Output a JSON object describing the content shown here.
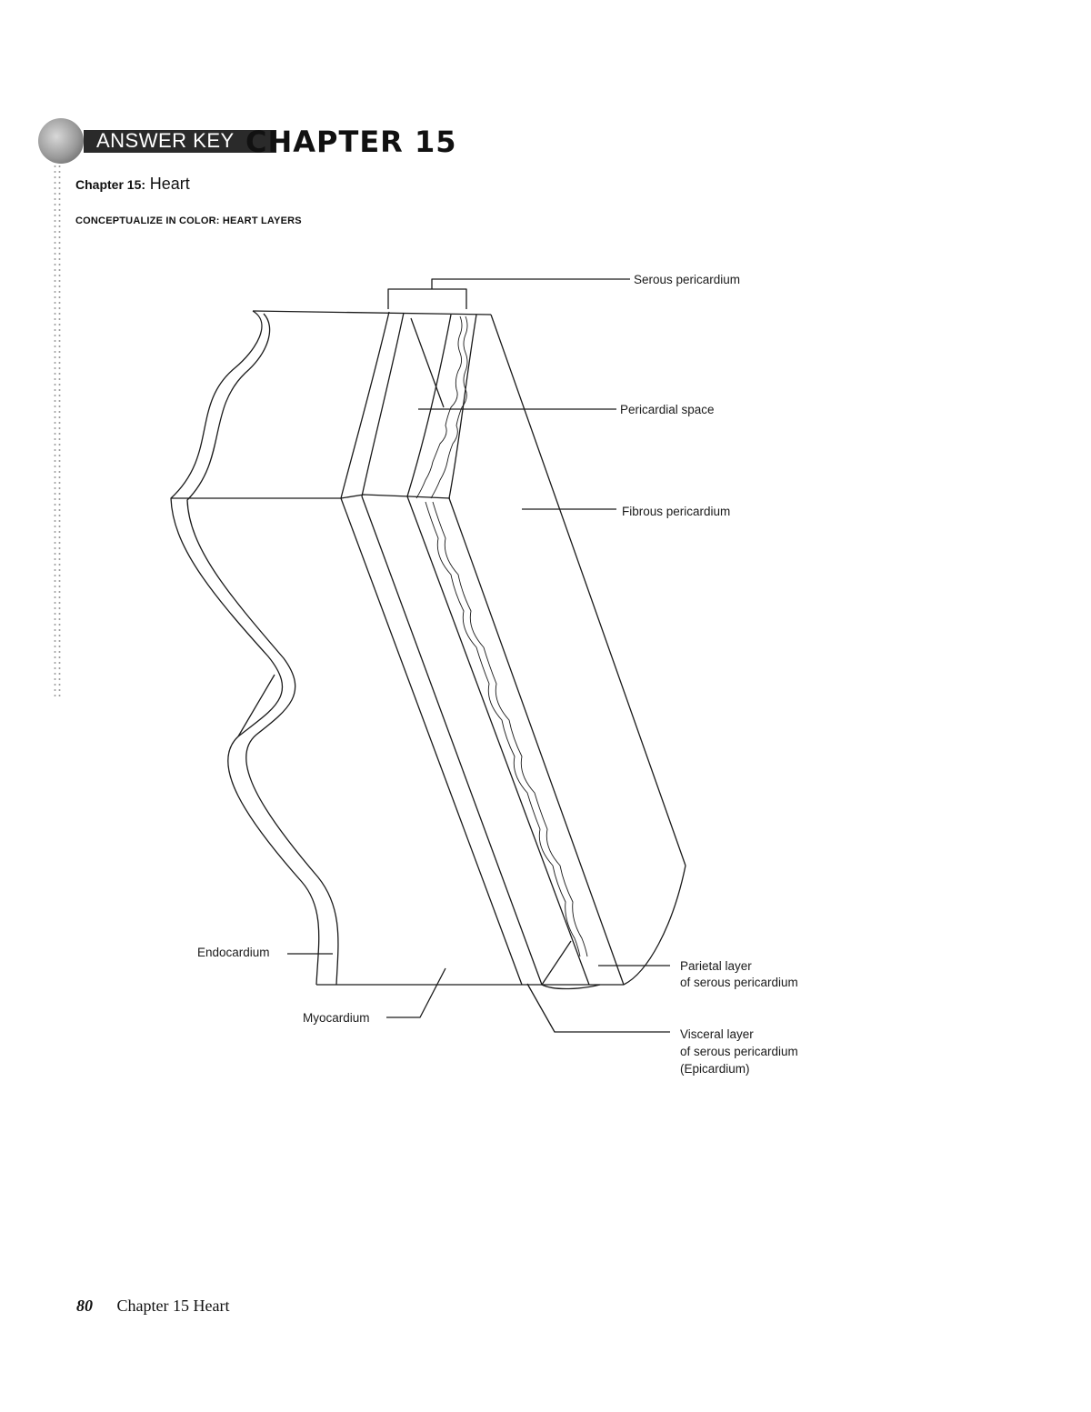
{
  "header": {
    "badge_label": "ANSWER KEY",
    "chapter_title": "CHAPTER 15"
  },
  "subheading": {
    "prefix": "Chapter 15:",
    "topic": "Heart"
  },
  "section_title": "CONCEPTUALIZE IN COLOR: HEART LAYERS",
  "diagram": {
    "labels": {
      "serous_pericardium": "Serous pericardium",
      "pericardial_space": "Pericardial space",
      "fibrous_pericardium": "Fibrous pericardium",
      "endocardium": "Endocardium",
      "myocardium": "Myocardium",
      "parietal_line1": "Parietal layer",
      "parietal_line2": "of serous pericardium",
      "visceral_line1": "Visceral layer",
      "visceral_line2": "of serous pericardium",
      "visceral_line3": "(Epicardium)"
    }
  },
  "footer": {
    "page_number": "80",
    "running_title": "Chapter 15 Heart"
  }
}
